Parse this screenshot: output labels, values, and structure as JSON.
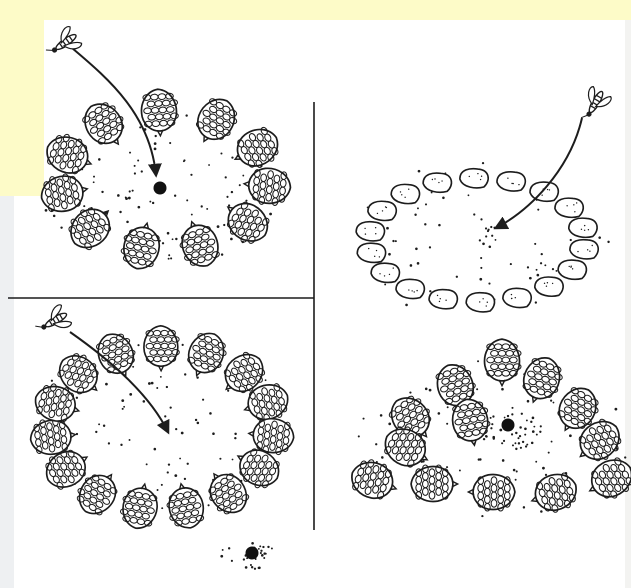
{
  "figure": {
    "background": "#ffffff",
    "highlight_color": "#fdfbc8",
    "ink_color": "#1c1c1c",
    "panels": [
      {
        "id": "top-left",
        "landmark": "pine-cones",
        "landmark_count": 11,
        "nest_visible": true,
        "wasp_heads_to": "nest"
      },
      {
        "id": "top-right",
        "landmark": "stones",
        "landmark_count": 18,
        "nest_visible": false,
        "wasp_heads_to": "ring-center"
      },
      {
        "id": "bottom-left",
        "landmark": "pine-cones",
        "landmark_count": 15,
        "nest_visible": true,
        "wasp_heads_to": "ring-center"
      },
      {
        "id": "bottom-right",
        "landmark": "pine-cones",
        "landmark_count": 13,
        "nest_visible": true,
        "wasp_heads_to": null
      }
    ]
  }
}
